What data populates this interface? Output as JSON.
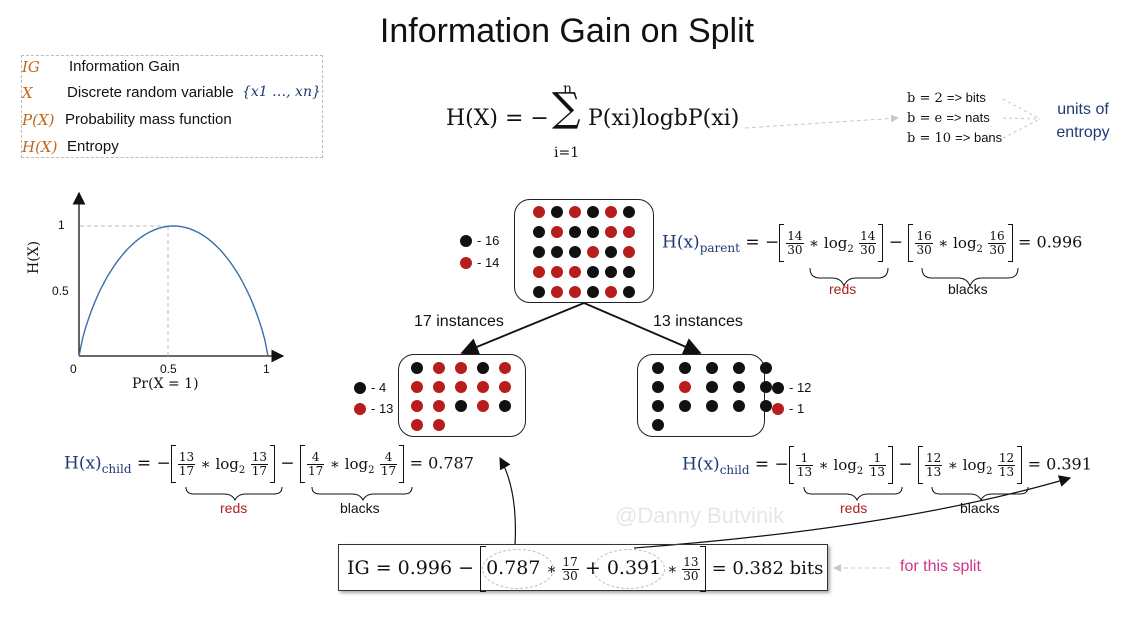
{
  "title": "Information Gain on Split",
  "legend": [
    {
      "symbol": "IG",
      "text": "Information Gain"
    },
    {
      "symbol": "X",
      "text": "Discrete random variable",
      "extra": "{x1 …, xn}"
    },
    {
      "symbol": "P(X)",
      "text": "Probability mass function"
    },
    {
      "symbol": "H(X)",
      "text": "Entropy"
    }
  ],
  "entropy_formula": {
    "lhs": "H(X) = −",
    "sum_top": "n",
    "sum_bottom": "i=1",
    "body": "P(xi)logbP(xi)"
  },
  "bases": [
    {
      "expr": "b = 2",
      "unit": "=> bits"
    },
    {
      "expr": "b = e",
      "unit": "=> nats"
    },
    {
      "expr": "b = 10",
      "unit": "=> bans"
    }
  ],
  "units_label": "units of entropy",
  "plot": {
    "ylabel": "H(X)",
    "xlabel": "Pr(X = 1)",
    "xticks": [
      "0",
      "0.5",
      "1"
    ],
    "yticks": [
      "0.5",
      "1"
    ]
  },
  "parent": {
    "black_count": "- 16",
    "red_count": "- 14",
    "formula": {
      "lhs": "H(x)",
      "sub": "parent",
      "t1": {
        "a_num": "14",
        "a_den": "30",
        "log": "log",
        "base": "2",
        "b_num": "14",
        "b_den": "30"
      },
      "t2": {
        "a_num": "16",
        "a_den": "30",
        "log": "log",
        "base": "2",
        "b_num": "16",
        "b_den": "30"
      },
      "result": "= 0.996",
      "reds": "reds",
      "blacks": "blacks"
    }
  },
  "left_branch_label": "17 instances",
  "right_branch_label": "13 instances",
  "left_child": {
    "black_count": "- 4",
    "red_count": "- 13",
    "formula": {
      "lhs": "H(x)",
      "sub": "child",
      "t1": {
        "a_num": "13",
        "a_den": "17",
        "log": "log",
        "base": "2",
        "b_num": "13",
        "b_den": "17"
      },
      "t2": {
        "a_num": "4",
        "a_den": "17",
        "log": "log",
        "base": "2",
        "b_num": "4",
        "b_den": "17"
      },
      "result": "= 0.787",
      "reds": "reds",
      "blacks": "blacks"
    }
  },
  "right_child": {
    "black_count": "- 12",
    "red_count": "- 1",
    "formula": {
      "lhs": "H(x)",
      "sub": "child",
      "t1": {
        "a_num": "1",
        "a_den": "13",
        "log": "log",
        "base": "2",
        "b_num": "1",
        "b_den": "13"
      },
      "t2": {
        "a_num": "12",
        "a_den": "13",
        "log": "log",
        "base": "2",
        "b_num": "12",
        "b_den": "13"
      },
      "result": "= 0.391",
      "reds": "reds",
      "blacks": "blacks"
    }
  },
  "ig": {
    "lhs": "IG = 0.996 −",
    "v1": "0.787",
    "f1_num": "17",
    "f1_den": "30",
    "plus": "+",
    "v2": "0.391",
    "f2_num": "13",
    "f2_den": "30",
    "result": "= 0.382 bits"
  },
  "for_split": "for this split",
  "watermark": "@Danny Butvinik",
  "colors": {
    "red": "#b81d1d",
    "black": "#111111",
    "navy": "#1f3a73",
    "orange": "#c0661a",
    "pink": "#d0338a"
  }
}
